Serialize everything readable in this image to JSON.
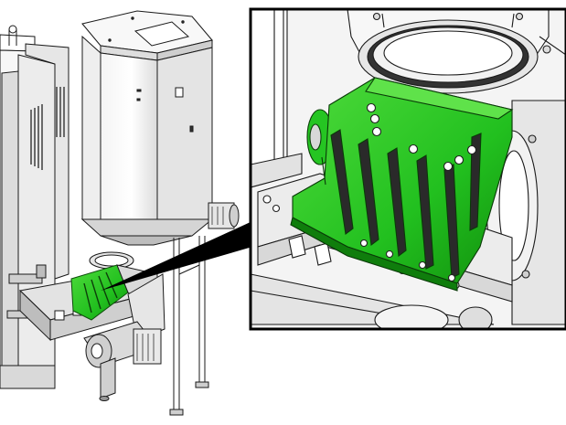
{
  "figure": {
    "description_visible_text": "",
    "colors": {
      "background": "#ffffff",
      "line": "#1a1a1a",
      "light_gray": "#eeeeee",
      "mid_gray": "#d6d6d6",
      "dark_gray": "#9a9a9a",
      "highlight_green": "#22c01f",
      "highlight_green_dark": "#0f7d0c",
      "callout_black": "#000000"
    },
    "icons": [
      "hopper-illustration",
      "boiler-cabinet",
      "feed-auger-motor",
      "green-grate-highlight",
      "zoom-callout"
    ]
  }
}
